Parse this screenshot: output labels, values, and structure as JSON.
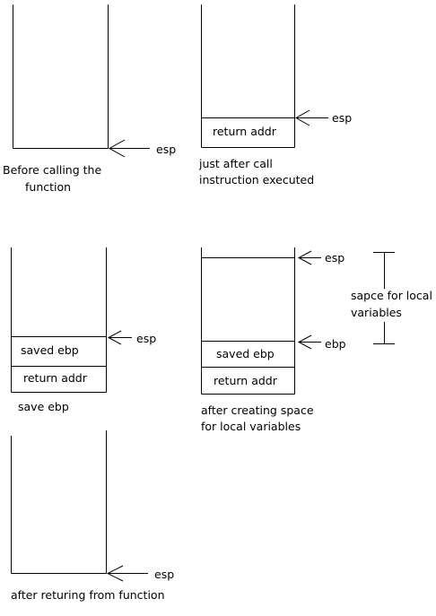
{
  "panels": {
    "before_call": {
      "pointer": "esp",
      "caption": [
        "Before calling the",
        "function"
      ]
    },
    "after_call": {
      "cells": [
        "return addr"
      ],
      "pointer": "esp",
      "caption": [
        "just after call",
        "instruction executed"
      ]
    },
    "save_ebp": {
      "cells": [
        "saved ebp",
        "return addr"
      ],
      "pointer": "esp",
      "caption": [
        "save ebp"
      ]
    },
    "local_space": {
      "cells": [
        "saved ebp",
        "return addr"
      ],
      "top_pointer": "esp",
      "base_pointer": "ebp",
      "bracket_label": [
        "sapce for local",
        "variables"
      ],
      "caption": [
        "after  creating space",
        "for local variables"
      ]
    },
    "after_return": {
      "pointer": "esp",
      "caption": [
        "after returing from function"
      ]
    }
  }
}
